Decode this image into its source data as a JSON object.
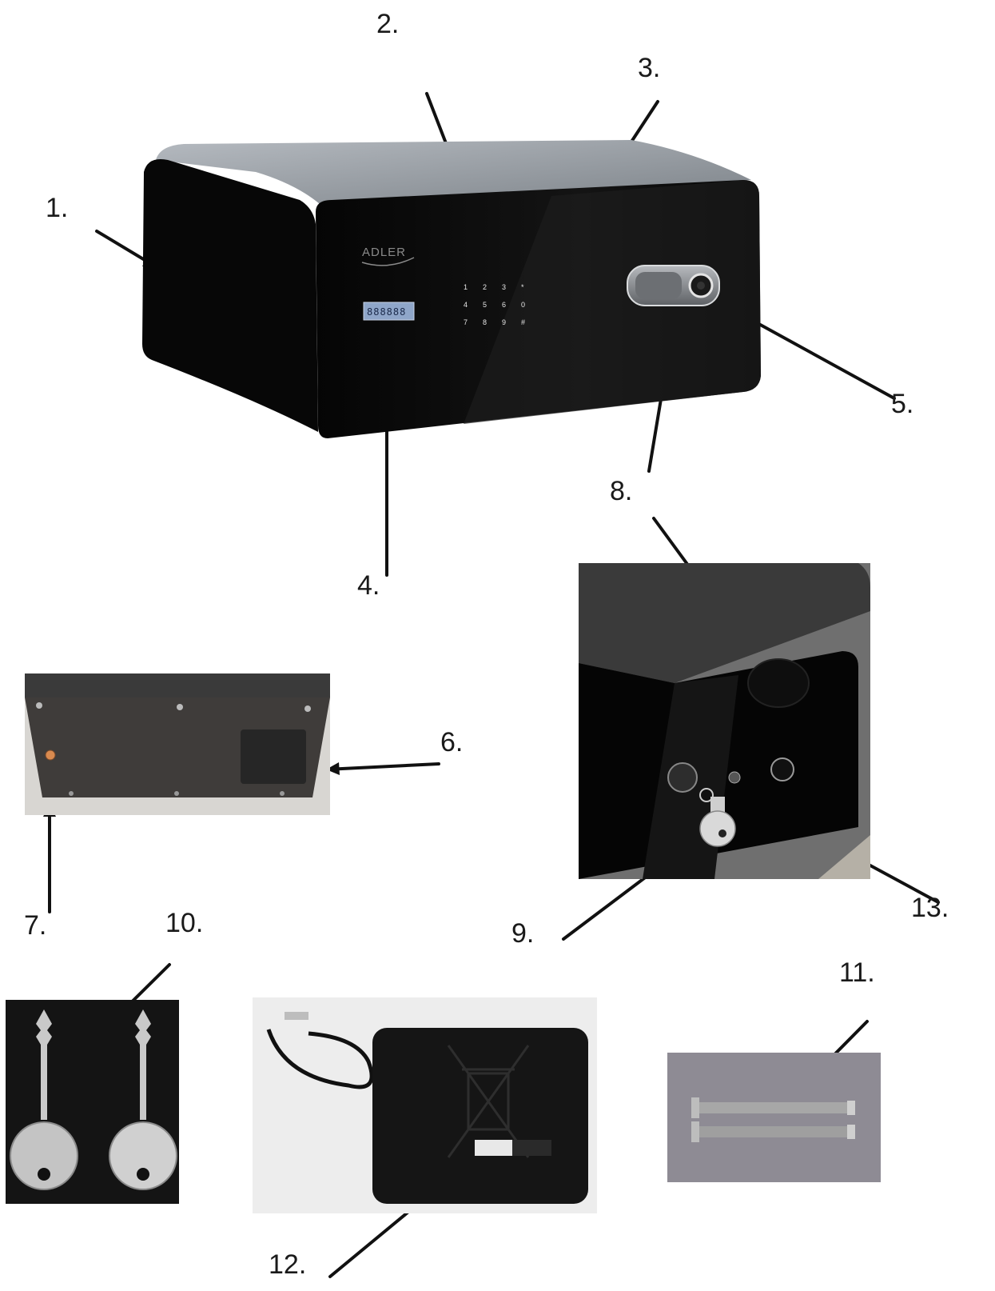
{
  "callouts": [
    {
      "id": "1",
      "text": "1."
    },
    {
      "id": "2",
      "text": "2."
    },
    {
      "id": "3",
      "text": "3."
    },
    {
      "id": "4",
      "text": "4."
    },
    {
      "id": "5",
      "text": "5."
    },
    {
      "id": "6",
      "text": "6."
    },
    {
      "id": "7",
      "text": "7."
    },
    {
      "id": "8",
      "text": "8."
    },
    {
      "id": "9",
      "text": "9."
    },
    {
      "id": "10",
      "text": "10."
    },
    {
      "id": "11",
      "text": "11."
    },
    {
      "id": "12",
      "text": "12."
    },
    {
      "id": "13",
      "text": "13."
    }
  ],
  "safe": {
    "brand": "ADLER",
    "display": "888888",
    "keypad": [
      "1",
      "2",
      "3",
      "*",
      "4",
      "5",
      "6",
      "0",
      "7",
      "8",
      "9",
      "#"
    ]
  },
  "colors": {
    "safe_body": "#0b0b0b",
    "safe_top": "#9aa0a6",
    "handle": "#8c8f93",
    "display_bg": "#8fa6c9"
  }
}
